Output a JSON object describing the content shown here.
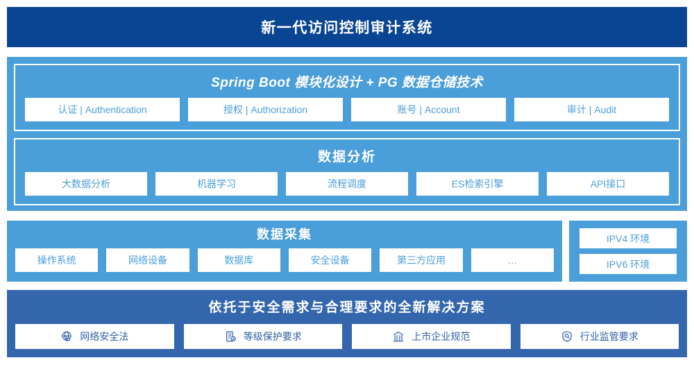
{
  "header": {
    "title": "新一代访问控制审计系统"
  },
  "platform": {
    "spring": {
      "title": "Spring Boot 模块化设计 + PG 数据仓储技术",
      "cards": [
        {
          "label": "认证 | Authentication"
        },
        {
          "label": "授权 | Authorization"
        },
        {
          "label": "账号 | Account"
        },
        {
          "label": "审计 | Audit"
        }
      ]
    },
    "analysis": {
      "title": "数据分析",
      "cards": [
        {
          "label": "大数据分析"
        },
        {
          "label": "机器学习"
        },
        {
          "label": "流程调度"
        },
        {
          "label": "ES检索引擎"
        },
        {
          "label": "API接口"
        }
      ]
    }
  },
  "collect": {
    "title": "数据采集",
    "cards": [
      {
        "label": "操作系统"
      },
      {
        "label": "网络设备"
      },
      {
        "label": "数据库"
      },
      {
        "label": "安全设备"
      },
      {
        "label": "第三方应用"
      },
      {
        "label": "…"
      }
    ]
  },
  "ipv": {
    "items": [
      {
        "label": "IPV4 环境"
      },
      {
        "label": "IPV6 环境"
      }
    ]
  },
  "bottom": {
    "title": "依托于安全需求与合理要求的全新解决方案",
    "items": [
      {
        "label": "网络安全法",
        "icon": "globe-icon"
      },
      {
        "label": "等级保护要求",
        "icon": "document-check-icon"
      },
      {
        "label": "上市企业规范",
        "icon": "bank-icon"
      },
      {
        "label": "行业监管要求",
        "icon": "shield-search-icon"
      }
    ]
  },
  "colors": {
    "header_bg": "#0a4593",
    "panel_blue": "#4a9ed9",
    "bottom_blue": "#3366ad",
    "card_bg": "#ffffff",
    "card_text_blue": "#4a9ed9",
    "law_text_blue": "#2d5fa4"
  }
}
